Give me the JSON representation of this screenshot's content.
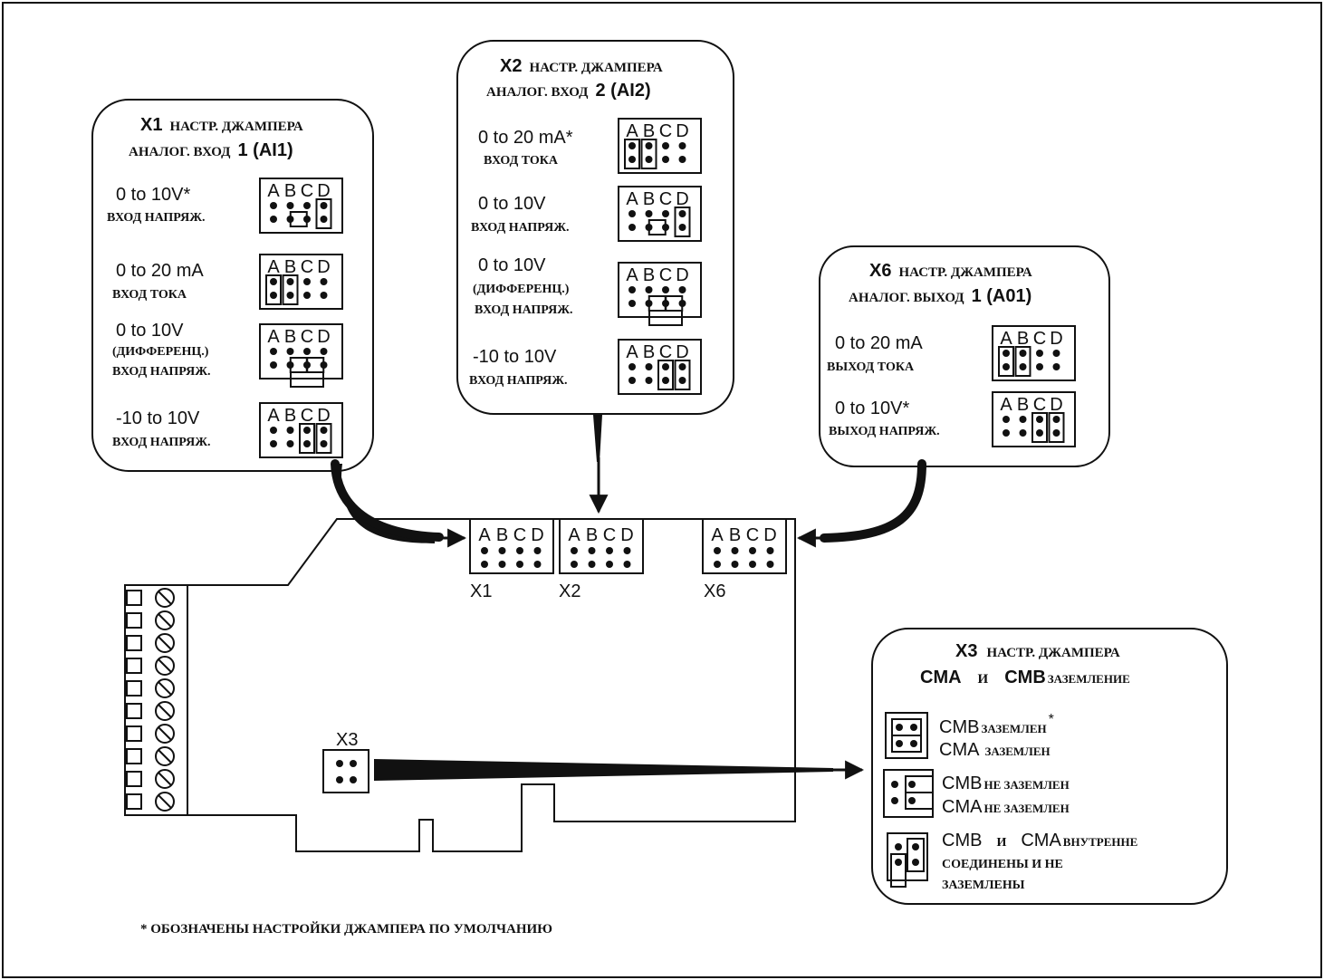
{
  "letters": [
    "A",
    "B",
    "C",
    "D"
  ],
  "x1": {
    "code": "X1",
    "title_line1": "НАСТР. ДЖАМПЕРА",
    "title_line2": "АНАЛОГ. ВХОД",
    "input_num": "1 (AI1)",
    "options": [
      {
        "value": "0 to 10V*",
        "desc": "ВХОД НАПРЯЖ."
      },
      {
        "value": "0 to 20 mA",
        "desc": "ВХОД ТОКА"
      },
      {
        "value": "0 to 10V",
        "desc": "(ДИФФЕРЕНЦ.)",
        "desc2": "ВХОД НАПРЯЖ."
      },
      {
        "value": "-10 to 10V",
        "desc": "ВХОД НАПРЯЖ."
      }
    ]
  },
  "x2": {
    "code": "X2",
    "title_line1": "НАСТР. ДЖАМПЕРА",
    "title_line2": "АНАЛОГ. ВХОД",
    "input_num": "2 (AI2)",
    "options": [
      {
        "value": "0 to 20 mA*",
        "desc": "ВХОД ТОКА"
      },
      {
        "value": "0 to 10V",
        "desc": "ВХОД НАПРЯЖ."
      },
      {
        "value": "0 to 10V",
        "desc": "(ДИФФЕРЕНЦ.)",
        "desc2": "ВХОД НАПРЯЖ."
      },
      {
        "value": "-10 to 10V",
        "desc": "ВХОД НАПРЯЖ."
      }
    ]
  },
  "x6": {
    "code": "X6",
    "title_line1": "НАСТР. ДЖАМПЕРА",
    "title_line2": "АНАЛОГ. ВЫХОД",
    "output_num": "1 (A01)",
    "options": [
      {
        "value": "0 to 20 mA",
        "desc": "ВЫХОД ТОКА"
      },
      {
        "value": "0 to 10V*",
        "desc": "ВЫХОД НАПРЯЖ."
      }
    ]
  },
  "x3": {
    "code": "X3",
    "title_line1": "НАСТР. ДЖАМПЕРА",
    "cma": "CMA",
    "and": "И",
    "cmb": "CMB",
    "ground": "ЗАЗЕМЛЕНИЕ",
    "options": [
      {
        "a": "CMB",
        "a_desc": "ЗАЗЕМЛЕН",
        "star": "*",
        "b": "CMA",
        "b_desc": "ЗАЗЕМЛЕН"
      },
      {
        "a": "CMB",
        "a_desc": "НЕ ЗАЗЕМЛЕН",
        "b": "CMA",
        "b_desc": "НЕ ЗАЗЕМЛЕН"
      },
      {
        "a": "CMB",
        "and": "И",
        "b": "CMA",
        "b_desc": "ВНУТРЕННЕ",
        "line2": "СОЕДИНЕНЫ И НЕ",
        "line3": "ЗАЗЕМЛЕНЫ"
      }
    ]
  },
  "board": {
    "x1_label": "X1",
    "x2_label": "X2",
    "x6_label": "X6",
    "x3_label": "X3"
  },
  "footnote": "* ОБОЗНАЧЕНЫ НАСТРОЙКИ ДЖАМПЕРА ПО УМОЛЧАНИЮ"
}
